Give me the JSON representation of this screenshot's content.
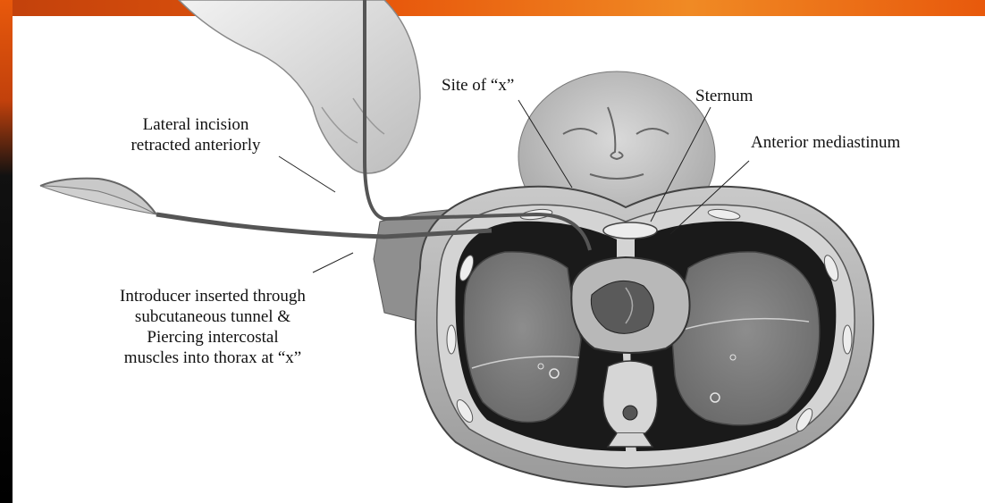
{
  "labels": {
    "lateral_incision_line1": "Lateral incision",
    "lateral_incision_line2": "retracted anteriorly",
    "site_of_x": "Site of “x”",
    "sternum": "Sternum",
    "anterior_mediastinum": "Anterior mediastinum",
    "introducer_line1": "Introducer inserted through",
    "introducer_line2": "subcutaneous tunnel &",
    "introducer_line3": "Piercing intercostal",
    "introducer_line4": "muscles into thorax at “x”"
  },
  "colors": {
    "frame_accent": "#e8590c",
    "frame_dark": "#000000",
    "label_text": "#111111",
    "illustration_gray": "#8a8a8a"
  }
}
